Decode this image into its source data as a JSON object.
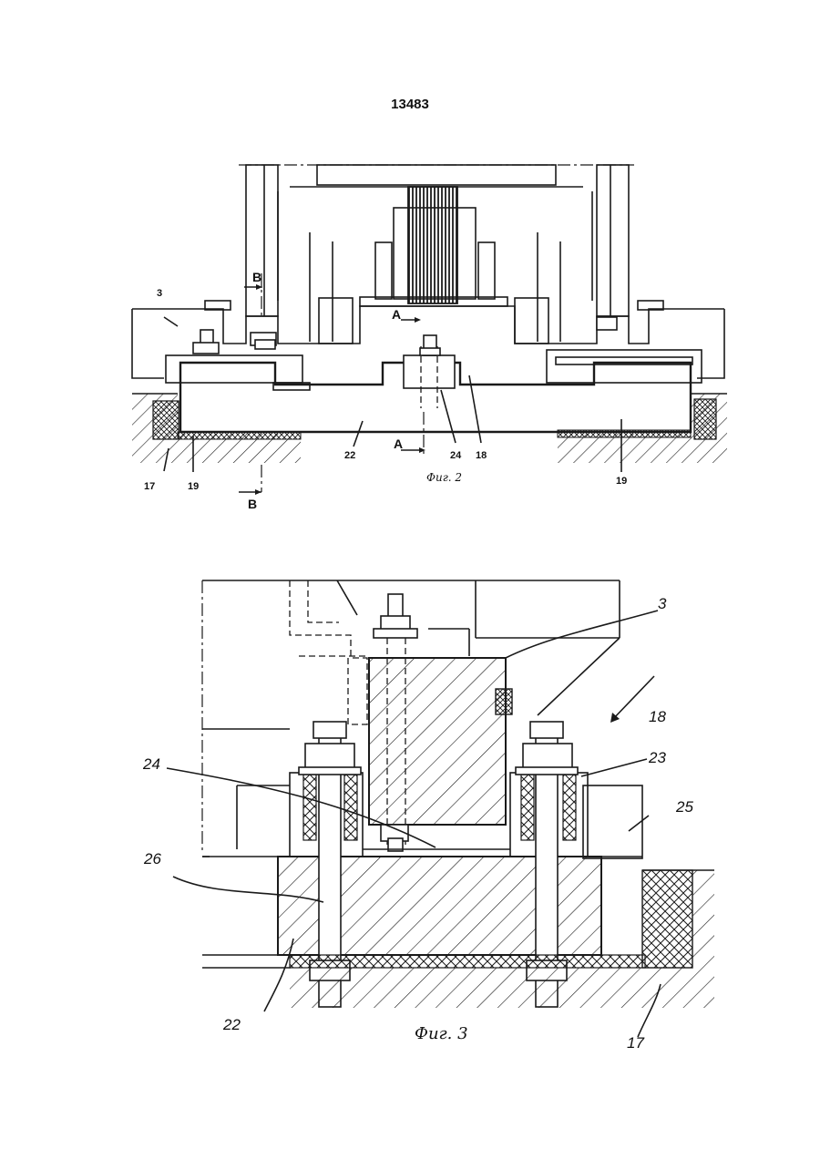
{
  "document": {
    "number": "13483"
  },
  "figure2": {
    "caption": "Фиг. 2",
    "labels": {
      "l3": "3",
      "l17": "17",
      "l19a": "19",
      "l19b": "19",
      "l22": "22",
      "l24": "24",
      "l18": "18"
    },
    "section_marks": {
      "a_top": "A",
      "a_bottom": "A",
      "b_top": "B",
      "b_bottom": "B"
    }
  },
  "figure3": {
    "caption": "Фиг. 3",
    "labels": {
      "l3": "3",
      "l18": "18",
      "l23": "23",
      "l24": "24",
      "l25": "25",
      "l26": "26",
      "l22": "22",
      "l17": "17"
    }
  }
}
